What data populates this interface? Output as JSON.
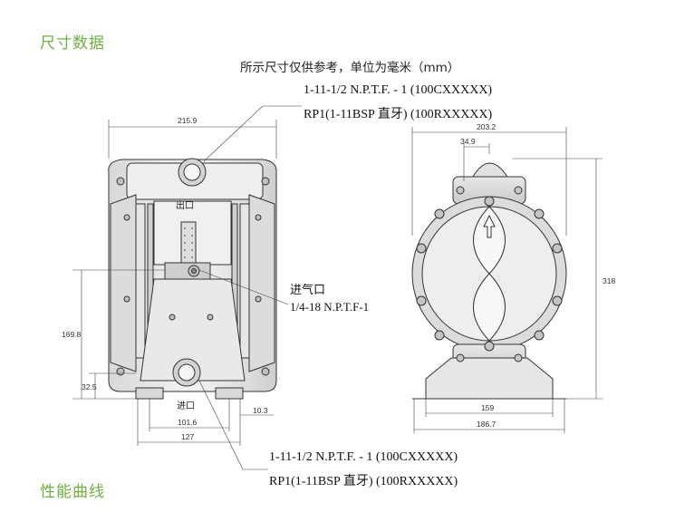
{
  "headings": {
    "dimensions": "尺寸数据",
    "performance": "性能曲线"
  },
  "note": "所示尺寸仅供参考，单位为毫米（mm）",
  "callouts": {
    "outlet_thread": "1-11-1/2 N.P.T.F. - 1 (100CXXXXX)",
    "outlet_bsp": "RP1(1-11BSP  直牙) (100RXXXXX)",
    "inlet_thread": "1-11-1/2 N.P.T.F. - 1 (100CXXXXX)",
    "inlet_bsp": "RP1(1-11BSP  直牙) (100RXXXXX)",
    "air_inlet_label": "进气口",
    "air_inlet_thread": "1/4-18 N.P.T.F-1"
  },
  "pump_labels": {
    "outlet": "出口",
    "inlet": "进口"
  },
  "dimensions_front": {
    "width_top": "215.9",
    "height_air": "169.8",
    "base_height": "32.5",
    "offset": "10.3",
    "base_inner": "101.6",
    "base_outer": "127"
  },
  "dimensions_side": {
    "width_top": "203.2",
    "port_offset": "34.9",
    "height": "318",
    "base_inner": "159",
    "base_outer": "186.7"
  }
}
